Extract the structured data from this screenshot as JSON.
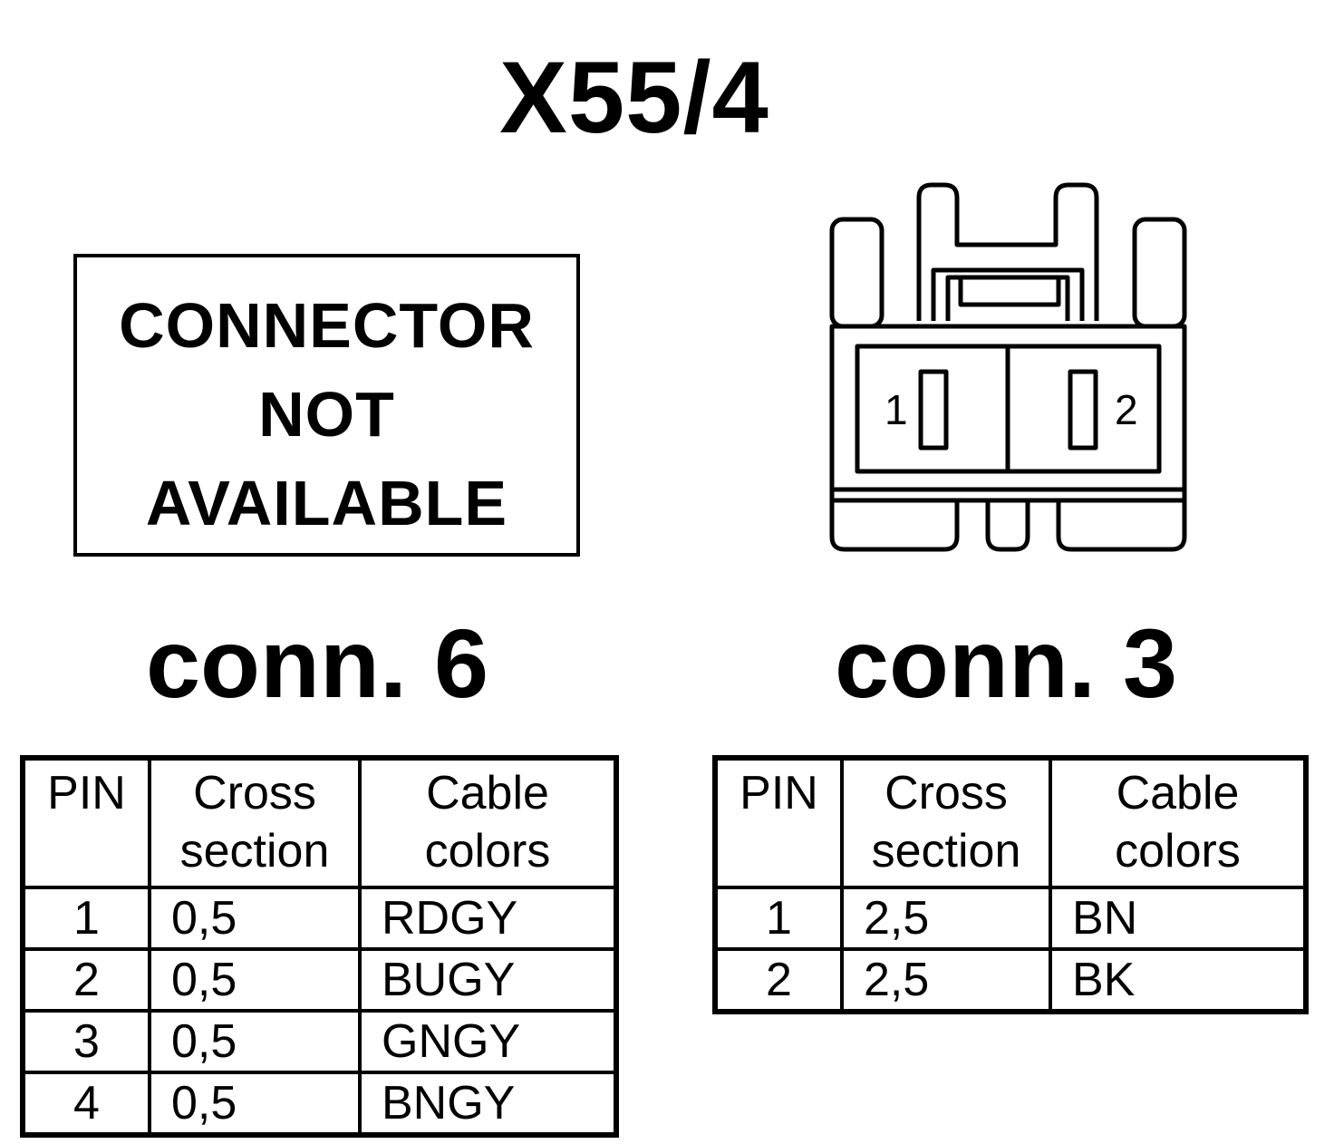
{
  "title": "X55/4",
  "not_available": {
    "line1": "CONNECTOR",
    "line2": "NOT",
    "line3": "AVAILABLE"
  },
  "connector_pin_labels": [
    "1",
    "2"
  ],
  "conn6": {
    "label": "conn. 6",
    "headers": {
      "pin": "PIN",
      "cross_line1": "Cross",
      "cross_line2": "section",
      "color_line1": "Cable",
      "color_line2": "colors"
    },
    "rows": [
      {
        "pin": "1",
        "cross": "0,5",
        "color": "RDGY"
      },
      {
        "pin": "2",
        "cross": "0,5",
        "color": "BUGY"
      },
      {
        "pin": "3",
        "cross": "0,5",
        "color": "GNGY"
      },
      {
        "pin": "4",
        "cross": "0,5",
        "color": "BNGY"
      }
    ]
  },
  "conn3": {
    "label": "conn. 3",
    "headers": {
      "pin": "PIN",
      "cross_line1": "Cross",
      "cross_line2": "section",
      "color_line1": "Cable",
      "color_line2": "colors"
    },
    "rows": [
      {
        "pin": "1",
        "cross": "2,5",
        "color": "BN"
      },
      {
        "pin": "2",
        "cross": "2,5",
        "color": "BK"
      }
    ]
  }
}
